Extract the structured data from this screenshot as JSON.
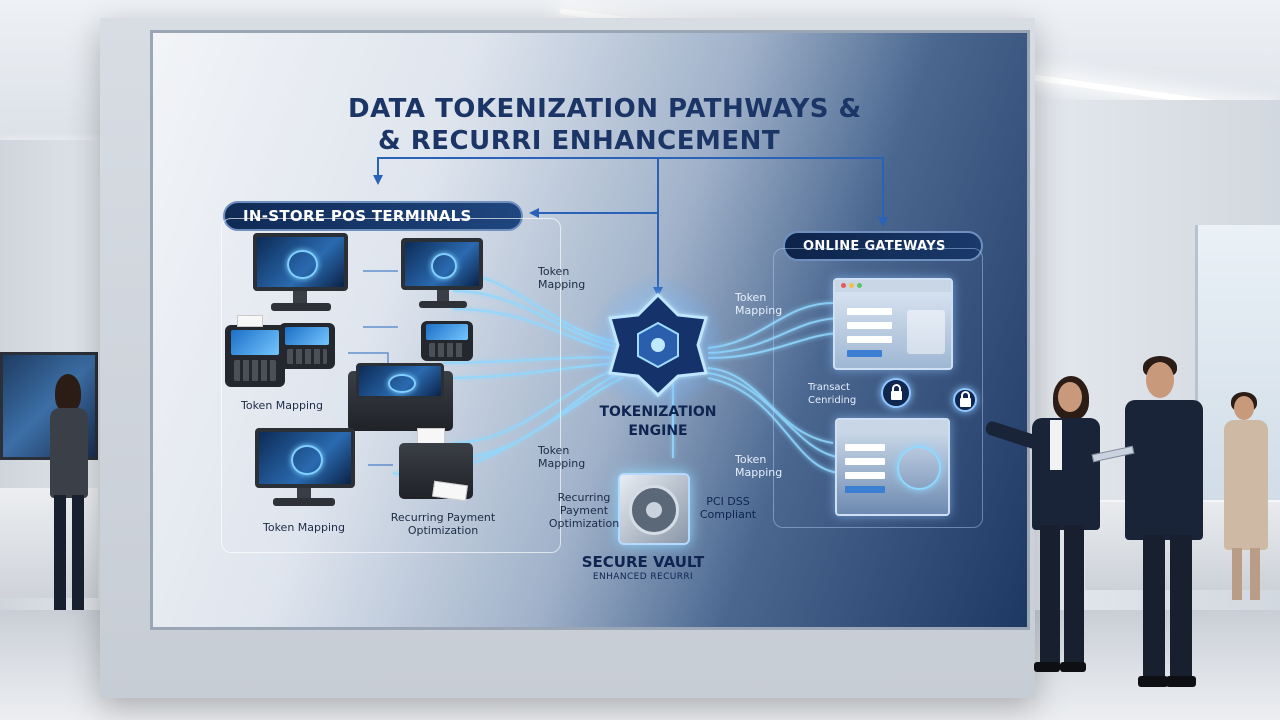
{
  "board": {
    "title_line1": "DATA TOKENIZATION PATHWAYS &",
    "title_line2": "& RECURRI ENHANCEMENT",
    "pos_header": "IN-STORE POS TERMINALS",
    "online_header": "ONLINE GATEWAYS",
    "engine_line1": "TOKENIZATION",
    "engine_line2": "ENGINE",
    "vault_title": "SECURE VAULT",
    "vault_subtitle": "ENHANCED RECURRI",
    "labels": {
      "token_mapping_top": [
        "Token",
        "Mapping"
      ],
      "token_mapping_left": "Token Mapping",
      "token_mapping_bottom_left": "Token Mapping",
      "token_mapping_mid": [
        "Token",
        "Mapping"
      ],
      "recurring_opt_left": [
        "Recurring Payment",
        "Optimization"
      ],
      "recurring_opt_center": [
        "Recurring",
        "Payment",
        "Optimization"
      ],
      "pci": [
        "PCI DSS",
        "Compliant"
      ],
      "online_token_top": [
        "Token",
        "Mapping"
      ],
      "online_transact": [
        "Transact",
        "Cenriding"
      ],
      "online_token_bottom": [
        "Token",
        "Mapping"
      ]
    },
    "colors": {
      "title": "#1b3566",
      "header_pill": "#0f2a55",
      "glow": "#7fd0ff"
    },
    "icons": [
      "tokenization-engine-icon",
      "secure-vault-icon",
      "lock-icon"
    ]
  }
}
